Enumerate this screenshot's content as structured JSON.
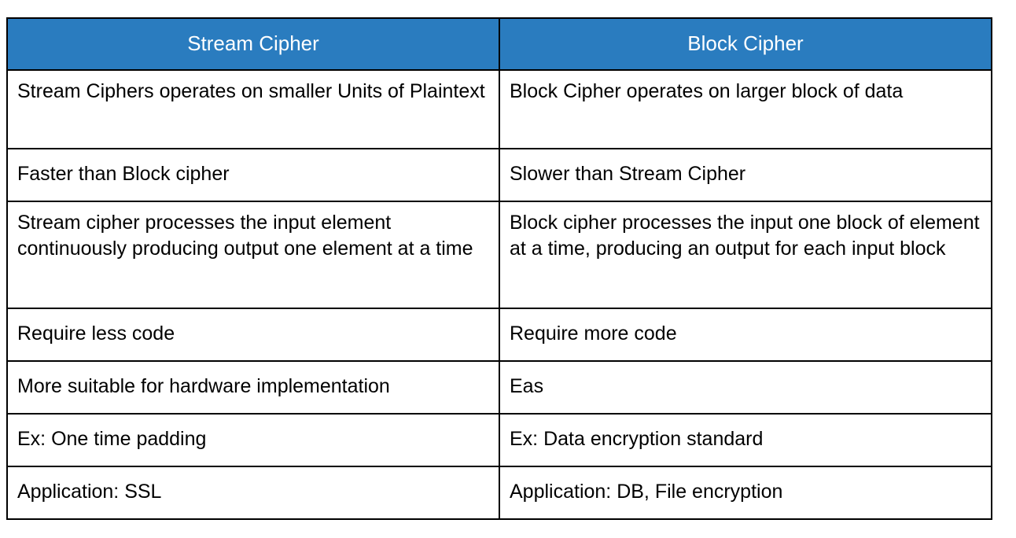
{
  "table": {
    "headers": [
      {
        "label": "Stream Cipher"
      },
      {
        "label": "Block Cipher"
      }
    ],
    "colors": {
      "header_background": "#2A7CBF",
      "header_text": "#FFFFFF",
      "border": "#000000",
      "cell_background": "#FFFFFF",
      "cell_text": "#000000"
    },
    "rows": [
      {
        "left": "Stream Ciphers operates on smaller Units of Plaintext",
        "right": "Block Cipher operates on larger block of data"
      },
      {
        "left": "Faster than Block cipher",
        "right": "Slower than Stream Cipher"
      },
      {
        "left": "Stream cipher processes the input element continuously producing output one element at a time",
        "right": "Block cipher processes the input one block of element at a time, producing an output for each input block"
      },
      {
        "left": "Require less code",
        "right": "Require more code"
      },
      {
        "left": "More suitable for hardware implementation",
        "right": "Eas"
      },
      {
        "left": "Ex: One time padding",
        "right": "Ex: Data encryption standard"
      },
      {
        "left": "Application: SSL",
        "right": "Application: DB, File encryption"
      }
    ]
  }
}
